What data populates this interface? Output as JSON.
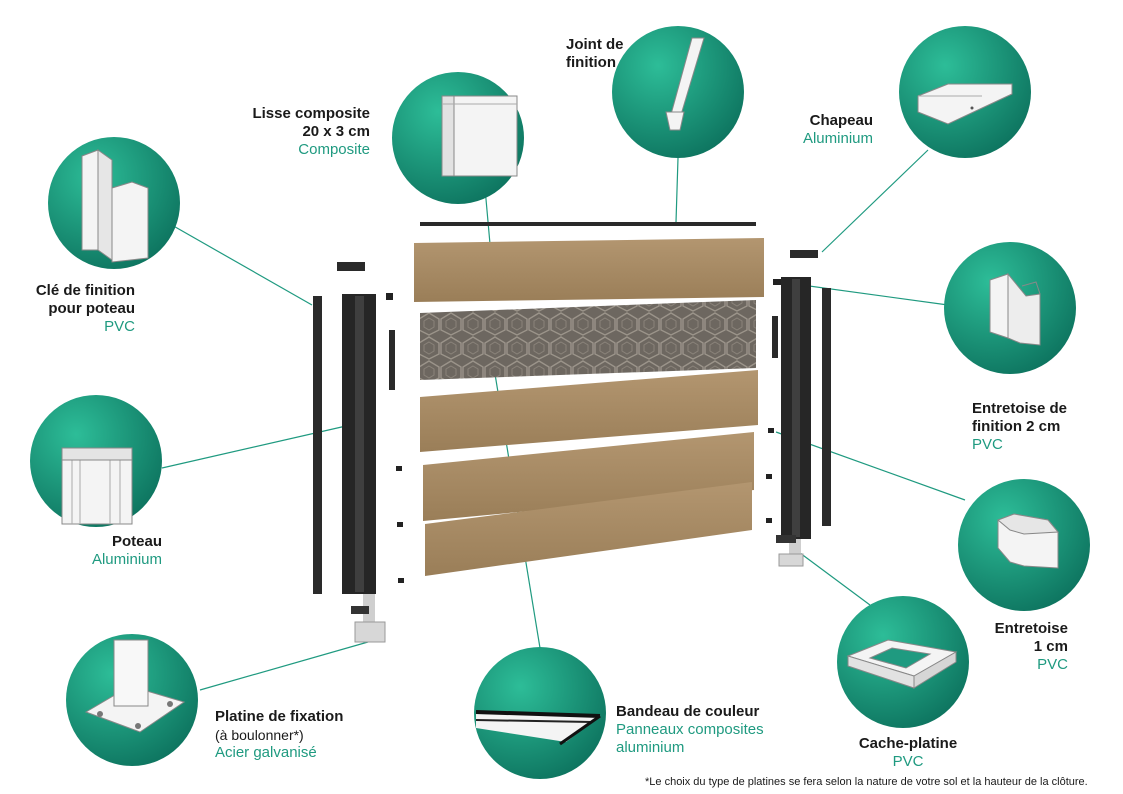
{
  "components": {
    "joint": {
      "title": "Joint de\nfinition"
    },
    "lisse": {
      "title": "Lisse composite\n20 x 3 cm",
      "material": "Composite"
    },
    "chapeau": {
      "title": "Chapeau",
      "material": "Aluminium"
    },
    "cle": {
      "title": "Clé de finition\npour poteau",
      "material": "PVC"
    },
    "entretoise2": {
      "title": "Entretoise de\nfinition 2 cm",
      "material": "PVC"
    },
    "poteau": {
      "title": "Poteau",
      "material": "Aluminium"
    },
    "entretoise1": {
      "title": "Entretoise\n1 cm",
      "material": "PVC"
    },
    "platine": {
      "title": "Platine de fixation",
      "note": "(à boulonner*)",
      "material": "Acier galvanisé"
    },
    "bandeau": {
      "title": "Bandeau de couleur",
      "material": "Panneaux composites\naluminium"
    },
    "cacheplatine": {
      "title": "Cache-platine",
      "material": "PVC"
    }
  },
  "footnote": "*Le choix du type de platines se fera selon la nature de votre sol et la hauteur de la clôture.",
  "colors": {
    "accent": "#1f9a80",
    "circle_dark": "#0f7a63",
    "circle_light": "#27b592",
    "wood": "#a68a62",
    "post": "#262626"
  }
}
